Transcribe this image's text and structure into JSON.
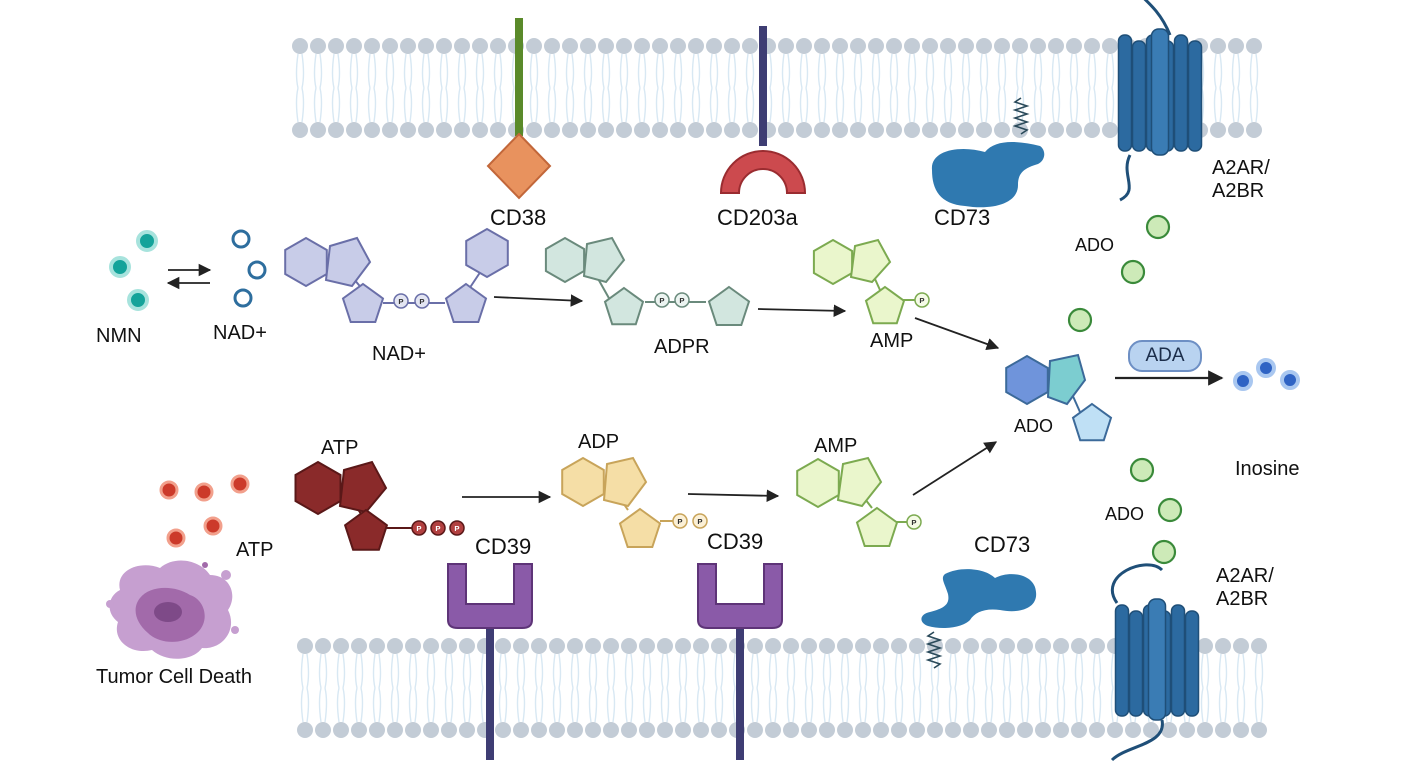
{
  "labels": {
    "cd38": "CD38",
    "cd203a": "CD203a",
    "cd73_top": "CD73",
    "a2ar_top": "A2AR/\nA2BR",
    "nmn": "NMN",
    "nad_plus_small": "NAD+",
    "nad_plus": "NAD+",
    "adpr": "ADPR",
    "amp_top": "AMP",
    "ado_center": "ADO",
    "ado_top": "ADO",
    "ado_bottom": "ADO",
    "ada": "ADA",
    "inosine": "Inosine",
    "atp_mol": "ATP",
    "atp_dots": "ATP",
    "adp": "ADP",
    "amp_bottom": "AMP",
    "cd39_left": "CD39",
    "cd39_right": "CD39",
    "cd73_bottom": "CD73",
    "a2ar_bottom": "A2AR/\nA2BR",
    "tumor": "Tumor Cell Death"
  },
  "phosphate_label": "P",
  "colors": {
    "membrane_head": "#c3ccd6",
    "membrane_tail": "#d8e8f3",
    "cd38_stem": "#5a8a2a",
    "cd38_head": "#e8925e",
    "cd203a_stem": "#3e3d73",
    "cd203a_head": "#cc4a4e",
    "cd73": "#2f79b0",
    "receptor": "#2c6aa0",
    "cd39": "#8a5aa8",
    "cd39_stem": "#3e3d73",
    "nmn_dot": "#14a39a",
    "nad_dot": "#2e6e9e",
    "atp_dot": "#cc3a2a",
    "ado_dot": "#cdeab8",
    "inosine_dot": "#2f63c4",
    "nad_mol": "#c8cce8",
    "adpr_mol": "#d2e6df",
    "amp_mol": "#eaf6cc",
    "atp_mol": "#8a2a2a",
    "adp_mol": "#f5dea6",
    "ado_mol_left": "#6f94db",
    "ado_mol_mid": "#7ccdd0",
    "ado_mol_right": "#bfe0f5",
    "tumor": "#a26aaa"
  }
}
